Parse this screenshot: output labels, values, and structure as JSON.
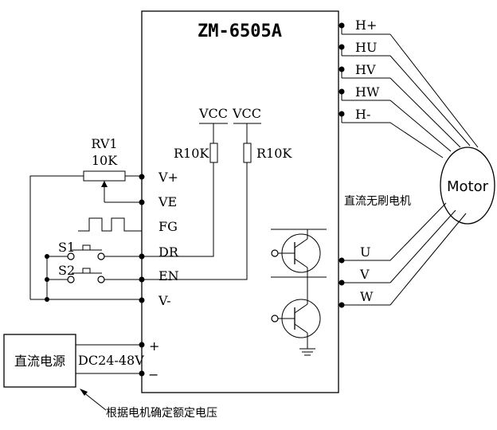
{
  "title": "ZM-6505A",
  "hall_pins": [
    "H+",
    "HU",
    "HV",
    "HW",
    "H-"
  ],
  "phase_pins": [
    "U",
    "V",
    "W"
  ],
  "left_pins": [
    "V+",
    "VE",
    "FG",
    "DR",
    "EN",
    "V-"
  ],
  "power_pins": [
    "+",
    "−"
  ],
  "motor_label": "Motor",
  "motor_type_label": "直流无刷电机",
  "vcc": [
    "VCC",
    "VCC"
  ],
  "resistors": [
    "R10K",
    "R10K"
  ],
  "pot": {
    "name": "RV1",
    "value": "10K"
  },
  "switches": [
    "S1",
    "S2"
  ],
  "power_supply": {
    "label": "直流电源",
    "voltage": "DC24-48V"
  },
  "note": "根据电机确定额定电压"
}
